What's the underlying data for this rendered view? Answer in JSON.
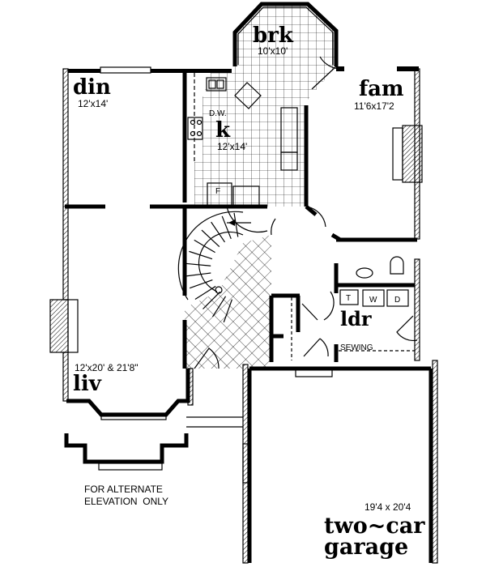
{
  "rooms": {
    "breakfast": {
      "label": "brk",
      "size": "10'x10'"
    },
    "dining": {
      "label": "din",
      "size": "12'x14'"
    },
    "family": {
      "label": "fam",
      "size": "11'6x17'2"
    },
    "kitchen": {
      "label": "k",
      "size": "12'x14'",
      "dishwasher": "D.W.",
      "fridge": "F"
    },
    "living": {
      "label": "liv",
      "size": "12'x20' & 21'8\""
    },
    "laundry": {
      "label": "ldr",
      "sewing": "SEWING",
      "appliances": [
        "T",
        "W",
        "D"
      ]
    },
    "garage": {
      "label_line1": "two~car",
      "label_line2": "garage",
      "size": "19'4 x 20'4"
    }
  },
  "notes": {
    "alternate_line1": "FOR ALTERNATE",
    "alternate_line2": "ELEVATION  ONLY"
  },
  "colors": {
    "ink": "#000000",
    "paper": "#ffffff"
  }
}
